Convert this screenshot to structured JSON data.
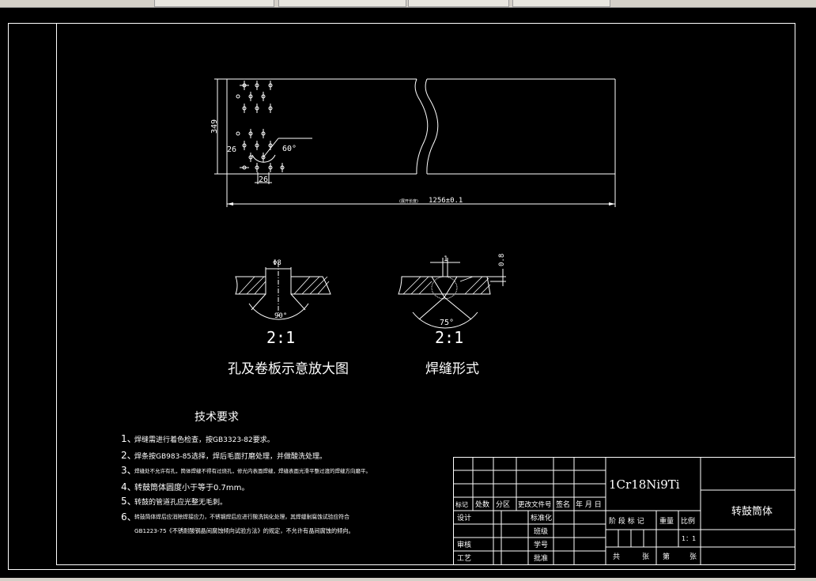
{
  "views": {
    "dim_height": "349",
    "dim_left_offset": "26",
    "dim_bottom_offset": "26",
    "dim_angle": "60°",
    "dim_length_prefix": "(展开长度)",
    "dim_length": "1256±0.1"
  },
  "details": {
    "hole_diameter": "Φ8",
    "hole_angle": "90°",
    "hole_scale": "2:1",
    "hole_caption": "孔及卷板示意放大图",
    "weld_gap": "1",
    "weld_offset": "0.8",
    "weld_angle": "75°",
    "weld_scale": "2:1",
    "weld_caption": "焊缝形式"
  },
  "tech": {
    "title": "技术要求",
    "items": [
      {
        "num": "1、",
        "text": "焊缝需进行着色检查，按GB3323-82要求。"
      },
      {
        "num": "2、",
        "text": "焊条按GB983-85选择，焊后毛面打磨处理，并做酸洗处理。"
      },
      {
        "num": "3、",
        "text": "焊缝处不允许有孔，筒体焊缝不得有过烧孔，修光内表面焊缝，焊缝表面光滑平整过渡的焊缝方向磨平。"
      },
      {
        "num": "4、",
        "text": "转鼓筒体圆度小于等于0.7mm。"
      },
      {
        "num": "5、",
        "text": "转鼓的管道孔应光整无毛刺。"
      },
      {
        "num": "6、",
        "text": "转鼓筒体焊后应消除焊接应力，不锈钢焊后应进行酸洗钝化处理，其焊缝耐腐蚀试验应符合"
      },
      {
        "num": "",
        "text": "GB1223-75《不锈耐酸钢晶间腐蚀倾向试验方法》的规定，不允许有晶间腐蚀的倾向。"
      }
    ]
  },
  "titleblock": {
    "material": "1Cr18Ni9Ti",
    "part_name": "转鼓筒体",
    "headers": [
      "标记",
      "处数",
      "分区",
      "更改文件号",
      "签名",
      "年 月 日"
    ],
    "rows": [
      "设计",
      "",
      "审核",
      "工艺"
    ],
    "mid_labels": [
      "标准化",
      "班级",
      "学号",
      "批准"
    ],
    "stage_label": "阶 段 标 记",
    "weight_label": "重量",
    "scale_label": "比例",
    "scale_value": "1：1",
    "sheets_left": "共",
    "sheets_mid": "张",
    "sheets_right": "第",
    "sheets_end": "张"
  }
}
